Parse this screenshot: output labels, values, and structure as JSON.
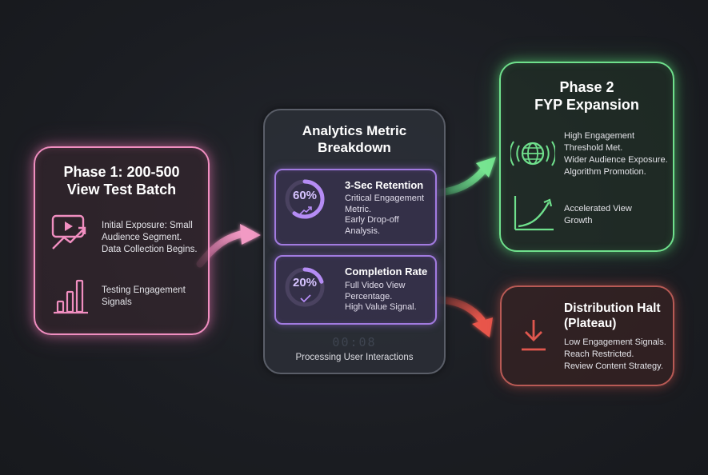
{
  "phase1": {
    "title_line1": "Phase 1: 200-500",
    "title_line2": "View Test Batch",
    "item1_lines": [
      "Initial Exposure: Small",
      "Audience Segment.",
      "Data Collection Begins."
    ],
    "item2_lines": [
      "Testing Engagement",
      "Signals"
    ],
    "accent": "#f08ec0"
  },
  "analytics": {
    "title_line1": "Analytics Metric",
    "title_line2": "Breakdown",
    "retention": {
      "percent": 60,
      "percent_label": "60%",
      "title": "3-Sec Retention",
      "lines": [
        "Critical Engagement",
        "Metric.",
        "Early Drop-off",
        "Analysis."
      ]
    },
    "completion": {
      "percent": 20,
      "percent_label": "20%",
      "title": "Completion Rate",
      "lines": [
        "Full Video View",
        "Percentage.",
        "High Value Signal."
      ]
    },
    "timer": "00:08",
    "processing_label": "Processing User Interactions",
    "accent": "#a27be0"
  },
  "phase2": {
    "title_line1": "Phase 2",
    "title_line2": "FYP Expansion",
    "item1_lines": [
      "High Engagement",
      "Threshold Met.",
      "Wider Audience Exposure.",
      "Algorithm Promotion."
    ],
    "item2_lines": [
      "Accelerated View",
      "Growth"
    ],
    "accent": "#6fe08c"
  },
  "halt": {
    "title_line1": "Distribution Halt",
    "title_line2": "(Plateau)",
    "lines": [
      "Low Engagement Signals.",
      "Reach Restricted.",
      "Review Content Strategy."
    ],
    "accent": "#e0574e"
  },
  "icons": [
    "video-growth-icon",
    "bar-chart-icon",
    "globe-icon",
    "growth-curve-icon",
    "download-arrow-icon",
    "trend-up-icon",
    "check-icon"
  ]
}
